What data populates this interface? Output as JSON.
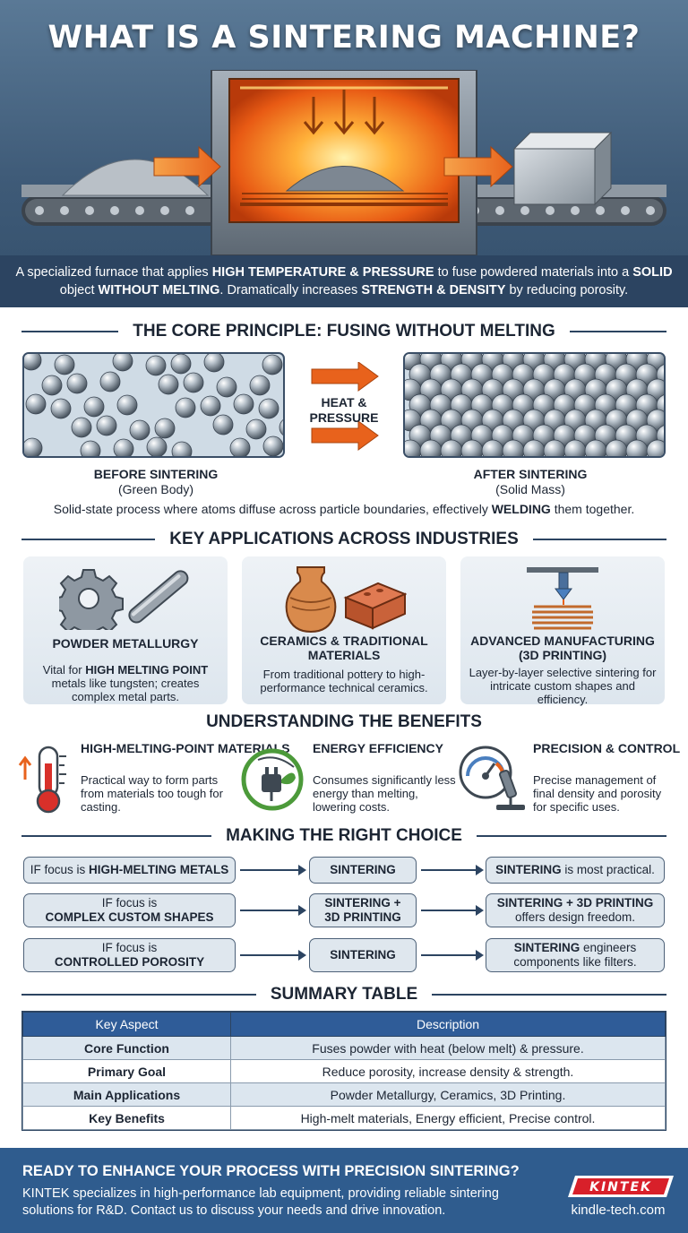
{
  "hero": {
    "title": "WHAT IS A SINTERING MACHINE?",
    "caption_parts": [
      "A specialized furnace that applies ",
      "HIGH TEMPERATURE & PRESSURE",
      " to fuse powdered materials into a ",
      "SOLID",
      " object ",
      "WITHOUT MELTING",
      ". Dramatically increases ",
      "STRENGTH & DENSITY",
      " by reducing porosity."
    ]
  },
  "principle": {
    "heading": "THE CORE PRINCIPLE: FUSING WITHOUT MELTING",
    "arrow_label": "HEAT & PRESSURE",
    "before_title": "BEFORE SINTERING",
    "before_sub": "(Green Body)",
    "after_title": "AFTER SINTERING",
    "after_sub": "(Solid Mass)",
    "desc_parts": [
      "Solid-state process where atoms diffuse across particle boundaries, effectively ",
      "WELDING",
      " them together."
    ]
  },
  "applications": {
    "heading": "KEY APPLICATIONS ACROSS INDUSTRIES",
    "items": [
      {
        "title": "POWDER METALLURGY",
        "icon": "gear-and-rod-icon",
        "desc_parts": [
          "Vital for ",
          "HIGH MELTING POINT",
          " metals like tungsten; creates complex metal parts."
        ]
      },
      {
        "title": "CERAMICS & TRADITIONAL MATERIALS",
        "icon": "vase-and-brick-icon",
        "desc_parts": [
          "From traditional pottery to high-performance technical ceramics.",
          "",
          ""
        ]
      },
      {
        "title": "ADVANCED MANUFACTURING (3D PRINTING)",
        "icon": "3d-printer-icon",
        "desc_parts": [
          "Layer-by-layer selective sintering for intricate custom shapes and efficiency.",
          "",
          ""
        ]
      }
    ]
  },
  "benefits": {
    "heading": "UNDERSTANDING THE BENEFITS",
    "items": [
      {
        "title": "HIGH-MELTING-POINT MATERIALS",
        "icon": "thermometer-icon",
        "desc": "Practical way to form parts from materials too tough for casting."
      },
      {
        "title": "ENERGY EFFICIENCY",
        "icon": "eco-plug-icon",
        "desc": "Consumes significantly less energy than melting, lowering costs."
      },
      {
        "title": "PRECISION & CONTROL",
        "icon": "gauge-microscope-icon",
        "desc": "Precise management of final density and porosity for specific uses."
      }
    ]
  },
  "choice": {
    "heading": "MAKING THE RIGHT CHOICE",
    "rows": [
      {
        "cond_pre": "IF focus is",
        "cond_bold": "HIGH-MELTING METALS",
        "method": "SINTERING",
        "result_bold": "SINTERING",
        "result_rest": " is most practical."
      },
      {
        "cond_pre": "IF focus is",
        "cond_bold": "COMPLEX CUSTOM SHAPES",
        "method": "SINTERING + 3D PRINTING",
        "result_bold": "SINTERING + 3D PRINTING",
        "result_rest": "offers design freedom."
      },
      {
        "cond_pre": "IF focus is",
        "cond_bold": "CONTROLLED POROSITY",
        "method": "SINTERING",
        "result_bold": "SINTERING",
        "result_rest": " engineers components like filters."
      }
    ]
  },
  "summary": {
    "heading": "SUMMARY TABLE",
    "headers": [
      "Key Aspect",
      "Description"
    ],
    "rows": [
      [
        "Core Function",
        "Fuses powder with heat (below melt) & pressure."
      ],
      [
        "Primary Goal",
        "Reduce porosity, increase density & strength."
      ],
      [
        "Main Applications",
        "Powder Metallurgy, Ceramics, 3D Printing."
      ],
      [
        "Key Benefits",
        "High-melt materials, Energy efficient, Precise control."
      ]
    ]
  },
  "footer": {
    "title": "READY TO ENHANCE YOUR PROCESS WITH PRECISION SINTERING?",
    "text": "KINTEK specializes in high-performance lab equipment, providing reliable sintering solutions for R&D. Contact us to discuss your needs and drive innovation.",
    "logo": "KINTEK",
    "url": "kindle-tech.com"
  },
  "colors": {
    "navy": "#2c4461",
    "accent_orange": "#e8621c",
    "table_header": "#2f5c98",
    "footer_bg": "#2f5c8e",
    "logo_red": "#d8202a"
  }
}
